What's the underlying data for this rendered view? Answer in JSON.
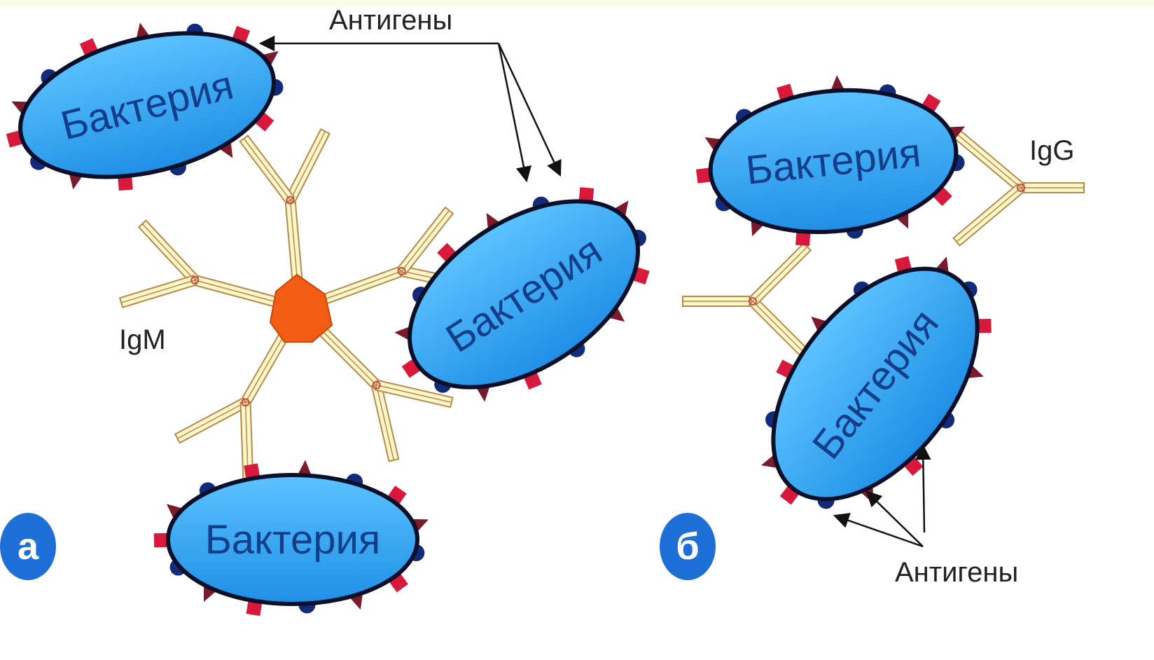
{
  "figure": {
    "bacterium_label": "Бактерия",
    "antigens_label_top": "Антигены",
    "antigens_label_bottom": "Антигены",
    "igm_label": "IgM",
    "igg_label": "IgG",
    "panel_a": "а",
    "panel_b": "б"
  },
  "colors": {
    "background": "#ffffff",
    "top_strip": "#fbfbe6",
    "bacterium_fill": "#1f8fe6",
    "bacterium_fill_light": "#5cc3ff",
    "bacterium_outline": "#0a0f2a",
    "bacterium_text": "#123e8a",
    "antigen_round": "#122a78",
    "antigen_square": "#d8193c",
    "antigen_triangle": "#7a1a2a",
    "antibody_outline": "#b58a4a",
    "antibody_fill": "#fdf6c8",
    "antibody_hinge": "#d04040",
    "pentamer_core": "#f25c14",
    "panel_badge": "#1e6fd8",
    "arrow": "#111111"
  }
}
